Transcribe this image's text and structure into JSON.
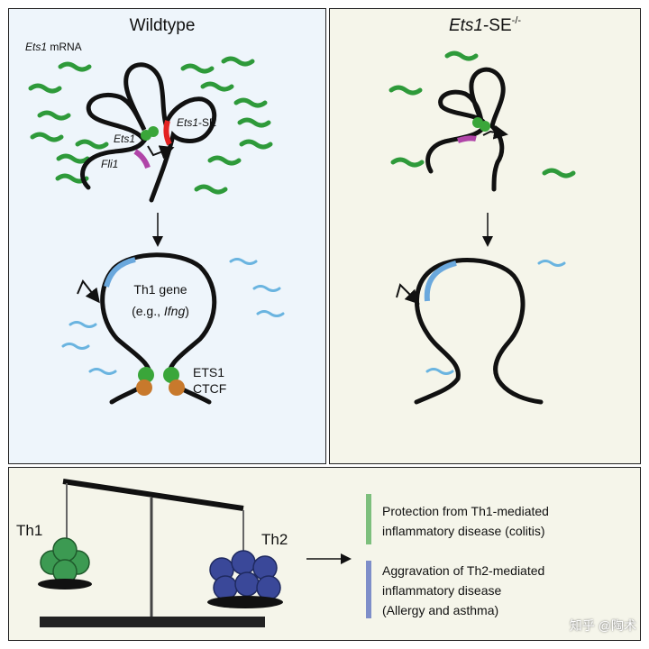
{
  "colors": {
    "mrna_green": "#2e9a3a",
    "mrna_blue": "#6ab4e0",
    "ets1_green": "#3aa63a",
    "fli1_purple": "#b045a8",
    "se_red": "#e32222",
    "th1_blue_segment": "#6aa8dd",
    "ctcf_orange": "#c8792c",
    "th1_cells": "#3c9a52",
    "th2_cells": "#3a4899",
    "protection_bar": "#7dbf7d",
    "aggravation_bar": "#7e8ec9",
    "wt_background": "#eef5fb",
    "ko_background": "#f5f5ea"
  },
  "wildtype": {
    "title": "Wildtype",
    "ets1_mrna_italic": "Ets1",
    "ets1_mrna_suffix": " mRNA",
    "ets1_label": "Ets1",
    "fli1_label": "Fli1",
    "se_label_italic": "Ets1",
    "se_label_suffix": "-SE",
    "th1_gene_line1": "Th1 gene",
    "th1_gene_line2_prefix": "(e.g., ",
    "th1_gene_line2_italic": "Ifng",
    "th1_gene_line2_suffix": ")",
    "ets1_protein": "ETS1",
    "ctcf_protein": "CTCF"
  },
  "knockout": {
    "title_italic": "Ets1",
    "title_suffix": "-SE",
    "title_superscript": "-/-"
  },
  "bottom": {
    "th1_label": "Th1",
    "th2_label": "Th2",
    "outcomes": [
      {
        "line1": "Protection from Th1-mediated",
        "line2": "inflammatory disease (colitis)",
        "line3": ""
      },
      {
        "line1": "Aggravation of Th2-mediated",
        "line2": "inflammatory disease",
        "line3": "(Allergy and asthma)"
      }
    ]
  },
  "watermark": "知乎 @陶术"
}
